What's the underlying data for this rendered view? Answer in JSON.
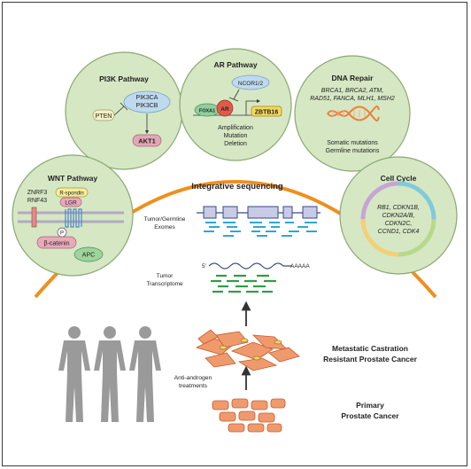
{
  "pi3k": {
    "title": "PI3K Pathway",
    "pik3ca": "PIK3CA",
    "pik3cb": "PIK3CB",
    "pten": "PTEN",
    "akt1": "AKT1"
  },
  "ar": {
    "title": "AR Pathway",
    "ncor": "NCOR1/2",
    "foxa1": "FOXA1",
    "ar": "AR",
    "zbtb16": "ZBTB16",
    "alterations": [
      "Amplification",
      "Mutation",
      "Deletion"
    ]
  },
  "dna_repair": {
    "title": "DNA Repair",
    "genes": [
      "BRCA1, BRCA2, ATM,",
      "RAD51, FANCA, MLH1, MSH2"
    ],
    "mutations": [
      "Somatic mutations",
      "Germline mutations"
    ]
  },
  "wnt": {
    "title": "WNT Pathway",
    "znrf3": "ZNRF3",
    "rnf43": "RNF43",
    "rspondin": "R-spondin",
    "lgr": "LGR",
    "p": "P",
    "beta_catenin": "β-catenin",
    "apc": "APC"
  },
  "cell_cycle": {
    "title": "Cell Cycle",
    "genes": [
      "RB1, CDKN1B,",
      "CDKN2A/B,",
      "CDKN2C,",
      "CCND1, CDK4"
    ]
  },
  "sequencing": {
    "title": "Integrative sequencing",
    "exomes_label": [
      "Tumor/Germline",
      "Exomes"
    ],
    "transcriptome_label": [
      "Tumor",
      "Transcriptome"
    ],
    "five_prime": "5'",
    "polya": "AAAAA"
  },
  "stages": {
    "metastatic": [
      "Metastatic Castration",
      "Resistant Prostate Cancer"
    ],
    "treatment": [
      "Anti-androgen",
      "treatments"
    ],
    "primary": [
      "Primary",
      "Prostate Cancer"
    ]
  },
  "colors": {
    "circle_fill": "#d6e7c4",
    "circle_stroke": "#8aa872",
    "arc": "#ef8f1e",
    "exon": "#3b4a86",
    "exon_fill": "#c7cbe6",
    "read_blue": "#2fa5d9",
    "read_green": "#2e9e48",
    "cell_fill": "#ef9a6c",
    "cell_stroke": "#c65a2c",
    "figure": "#9a9a9a"
  }
}
